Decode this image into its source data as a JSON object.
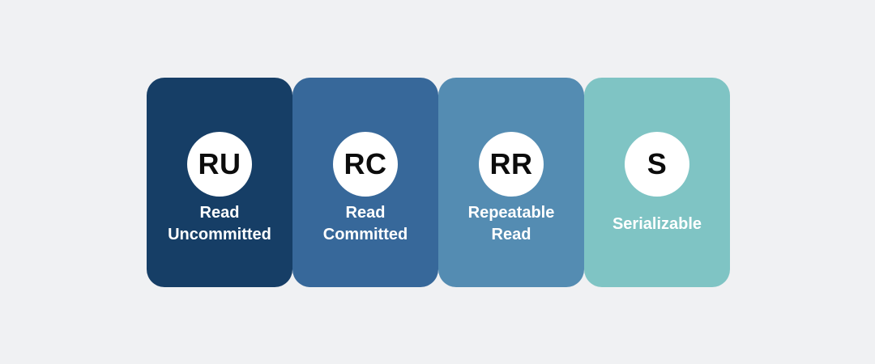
{
  "levels": [
    {
      "abbr": "RU",
      "line1": "Read",
      "line2": "Uncommitted",
      "color": "#163e66"
    },
    {
      "abbr": "RC",
      "line1": "Read",
      "line2": "Committed",
      "color": "#37689a"
    },
    {
      "abbr": "RR",
      "line1": "Repeatable",
      "line2": "Read",
      "color": "#548cb2"
    },
    {
      "abbr": "S",
      "line1": "Serializable",
      "line2": "",
      "color": "#7fc4c4"
    }
  ],
  "badge_color": "#ffffff",
  "background_color": "#f0f1f3"
}
